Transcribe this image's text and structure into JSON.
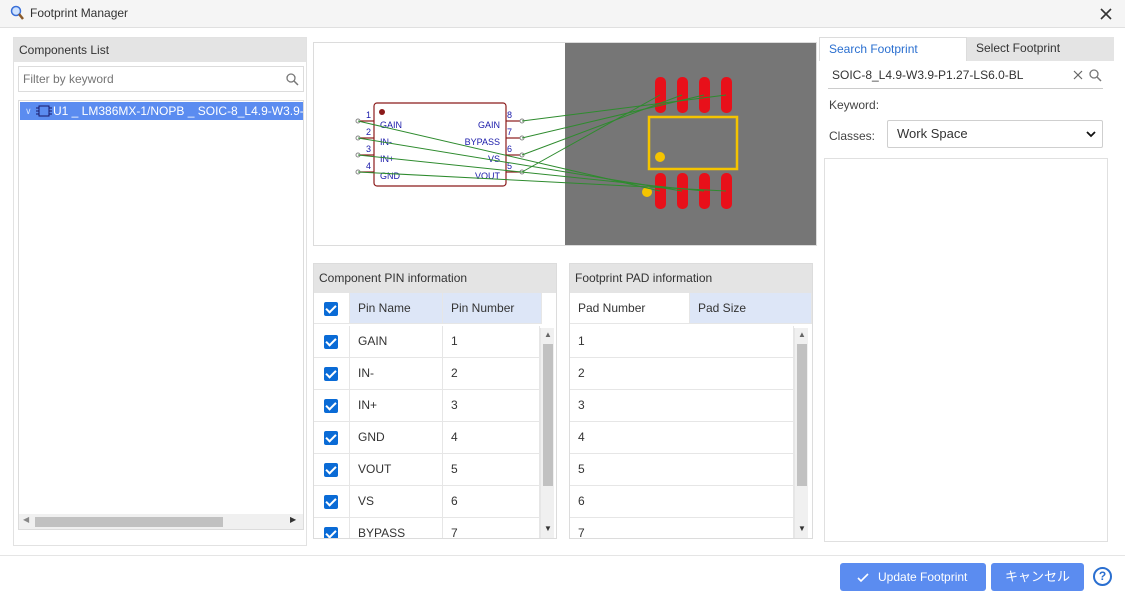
{
  "window": {
    "title": "Footprint Manager"
  },
  "components_list": {
    "header": "Components List",
    "filter_placeholder": "Filter by keyword",
    "item": "U1 _ LM386MX-1/NOPB _ SOIC-8_L4.9-W3.9-"
  },
  "preview": {
    "pins_left": [
      {
        "num": "1",
        "name": "GAIN"
      },
      {
        "num": "2",
        "name": "IN-"
      },
      {
        "num": "3",
        "name": "IN+"
      },
      {
        "num": "4",
        "name": "GND"
      }
    ],
    "pins_right": [
      {
        "num": "8",
        "name": "GAIN"
      },
      {
        "num": "7",
        "name": "BYPASS"
      },
      {
        "num": "6",
        "name": "VS"
      },
      {
        "num": "5",
        "name": "VOUT"
      }
    ]
  },
  "pin_info": {
    "header": "Component PIN information",
    "col_name": "Pin Name",
    "col_number": "Pin Number",
    "rows": [
      {
        "name": "GAIN",
        "number": "1"
      },
      {
        "name": "IN-",
        "number": "2"
      },
      {
        "name": "IN+",
        "number": "3"
      },
      {
        "name": "GND",
        "number": "4"
      },
      {
        "name": "VOUT",
        "number": "5"
      },
      {
        "name": "VS",
        "number": "6"
      },
      {
        "name": "BYPASS",
        "number": "7"
      }
    ]
  },
  "pad_info": {
    "header": "Footprint PAD information",
    "col_number": "Pad Number",
    "col_size": "Pad Size",
    "rows": [
      "1",
      "2",
      "3",
      "4",
      "5",
      "6",
      "7"
    ]
  },
  "search": {
    "tab_search": "Search Footprint",
    "tab_select": "Select Footprint",
    "value": "SOIC-8_L4.9-W3.9-P1.27-LS6.0-BL",
    "keyword_label": "Keyword:",
    "classes_label": "Classes:",
    "classes_value": "Work Space"
  },
  "footer": {
    "update_label": "Update Footprint",
    "cancel_label": "キャンセル",
    "help_label": "?"
  },
  "colors": {
    "accent": "#5b8cf0",
    "selection": "#5b8cf0",
    "pcb_bg": "#767676",
    "pad_red": "#e8101a",
    "silk_yellow": "#f5c400",
    "wire_green": "#2e8b2e",
    "symbol_border": "#8b1a1a",
    "pin_text": "#1a1aaa"
  }
}
